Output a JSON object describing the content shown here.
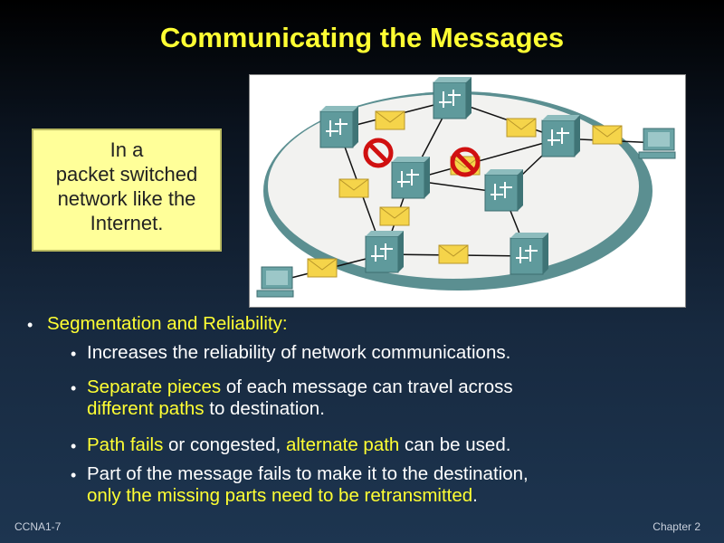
{
  "slide": {
    "title": "Communicating the Messages"
  },
  "callout": {
    "line1": "In a",
    "line2": "packet switched",
    "line3": "network like the",
    "line4": "Internet."
  },
  "bullets": {
    "main": "Segmentation and Reliability:",
    "sub1": "Increases the reliability of network communications.",
    "sub2_a": "Separate pieces",
    "sub2_b": " of each message can travel across",
    "sub2_c": "different paths",
    "sub2_d": " to destination.",
    "sub3_a": "Path fails",
    "sub3_b": " or congested, ",
    "sub3_c": "alternate path",
    "sub3_d": " can be used.",
    "sub4_a": "Part of the message fails to make it to the destination,",
    "sub4_b": "only the missing parts need to be retransmitted",
    "sub4_c": "."
  },
  "footer": {
    "left": "CCNA1-7",
    "right": "Chapter 2"
  },
  "colors": {
    "highlight": "#ffff33",
    "callout_bg": "#ffff99",
    "router": "#5f9a9c"
  }
}
